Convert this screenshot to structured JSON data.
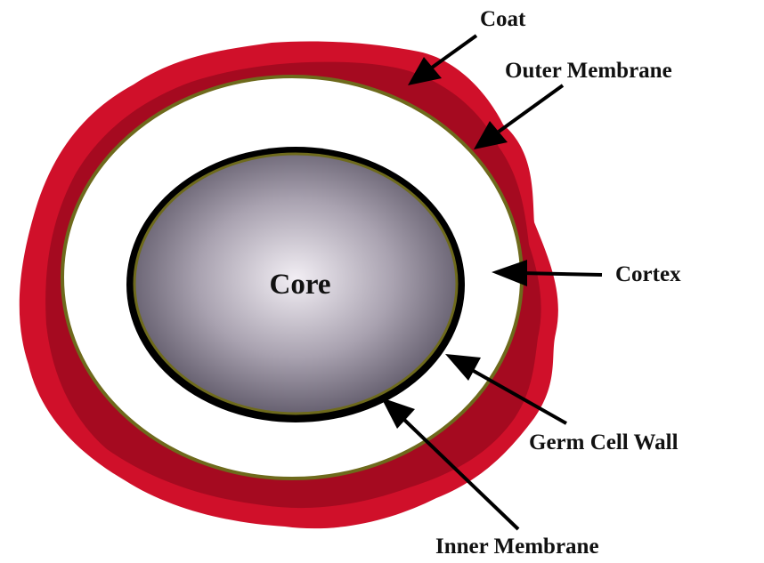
{
  "diagram": {
    "labels": {
      "core": "Core",
      "coat": "Coat",
      "outer_membrane": "Outer Membrane",
      "cortex": "Cortex",
      "germ_cell_wall": "Germ Cell Wall",
      "inner_membrane": "Inner Membrane"
    },
    "colors": {
      "coat_outer": "#d0102a",
      "coat_inner": "#a50a20",
      "membrane": "#6e6a1c",
      "cortex": "#ffffff",
      "germ_cell_wall": "#000000",
      "core_center": "#f2eef4",
      "core_edge": "#5e5868",
      "arrows": "#000000",
      "text": "#111111"
    }
  }
}
